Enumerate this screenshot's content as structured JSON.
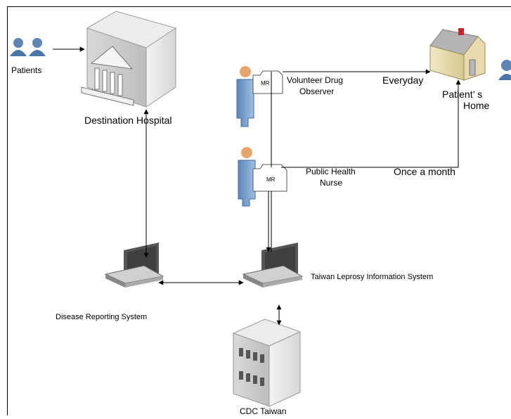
{
  "diagram": {
    "nodes": {
      "patients": {
        "label": "Patients",
        "icon": "patients-icon"
      },
      "destination_hospital": {
        "label": "Destination Hospital",
        "icon": "hospital-icon"
      },
      "volunteer_drug_observer": {
        "label_line1": "Volunteer Drug",
        "label_line2": "Observer",
        "icon": "person-icon"
      },
      "public_health_nurse": {
        "label_line1": "Public Health",
        "label_line2": "Nurse",
        "icon": "person-icon"
      },
      "patients_home": {
        "label_line1": "Patient’ s",
        "label_line2": "Home",
        "icon": "house-icon"
      },
      "disease_reporting_system": {
        "label": "Disease Reporting System",
        "icon": "laptop-icon"
      },
      "taiwan_leprosy_information_system": {
        "label": "Taiwan Leprosy Information System",
        "icon": "laptop-icon"
      },
      "cdc_taiwan": {
        "label": "CDC Taiwan",
        "icon": "office-building-icon"
      }
    },
    "documents": {
      "record_label": "MR"
    },
    "edges": {
      "everyday": "Everyday",
      "once_a_month": "Once a month"
    }
  }
}
